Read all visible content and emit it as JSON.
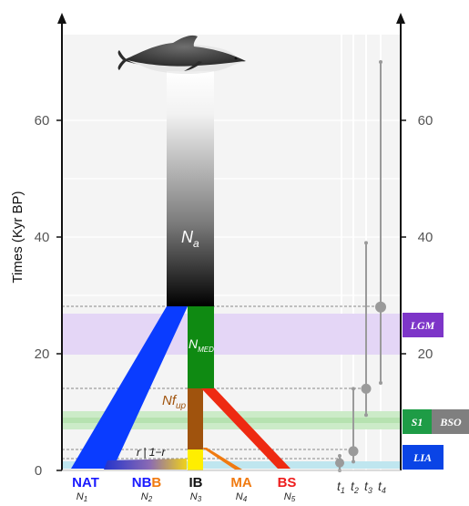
{
  "y_axis": {
    "label": "Times (Kyr BP)",
    "ticks": [
      "0",
      "20",
      "40",
      "60"
    ]
  },
  "right_axis": {
    "ticks": [
      "20",
      "40",
      "60"
    ]
  },
  "nodes": {
    "ancestral": {
      "base": "N",
      "sub": "a"
    },
    "med": {
      "base": "N",
      "sub": "MED"
    },
    "fup": {
      "base": "Nf",
      "sub": "up"
    },
    "admix": "r | 1−r"
  },
  "populations": [
    {
      "code": "NAT",
      "sym": "N",
      "sub": "1",
      "color": "#1a1aff"
    },
    {
      "code_a": "NB",
      "code_b": "B",
      "sym": "N",
      "sub": "2",
      "color_a": "#1a1aff",
      "color_b": "#f07a10"
    },
    {
      "code": "IB",
      "sym": "N",
      "sub": "3",
      "color": "#111111"
    },
    {
      "code": "MA",
      "sym": "N",
      "sub": "4",
      "color": "#f07a10"
    },
    {
      "code": "BS",
      "sym": "N",
      "sub": "5",
      "color": "#ee1c1c"
    }
  ],
  "time_params": [
    {
      "base": "t",
      "sub": "1"
    },
    {
      "base": "t",
      "sub": "2"
    },
    {
      "base": "t",
      "sub": "3"
    },
    {
      "base": "t",
      "sub": "4"
    }
  ],
  "periods": [
    {
      "label": "LGM",
      "color": "#7d35c8"
    },
    {
      "label": "S1",
      "color": "#1e9c46"
    },
    {
      "label": "BSO",
      "color": "#7f7f7f"
    },
    {
      "label": "LIA",
      "color": "#0a44e6"
    }
  ],
  "time_priors": [
    {
      "param": "t1",
      "min": 0.0,
      "median": 1.3,
      "max": 2.5
    },
    {
      "param": "t2",
      "min": 1.5,
      "median": 3.3,
      "max": 14.0
    },
    {
      "param": "t3",
      "min": 9.5,
      "median": 14.0,
      "max": 39.0
    },
    {
      "param": "t4",
      "min": 15.0,
      "median": 28.0,
      "max": 70.0
    }
  ],
  "colors": {
    "ancestral_top": "#ffffff",
    "ancestral_bottom": "#000000",
    "med": "#0f8a12",
    "nat": "#0a3cff",
    "ib": "#a0530d",
    "ib_recent": "#ffee00",
    "ma": "#f07a10",
    "bs": "#ee2a12",
    "lgm_band": "#e4d6f6",
    "s1_band": "#ccebc8",
    "lia_band": "#bfe6ef"
  }
}
